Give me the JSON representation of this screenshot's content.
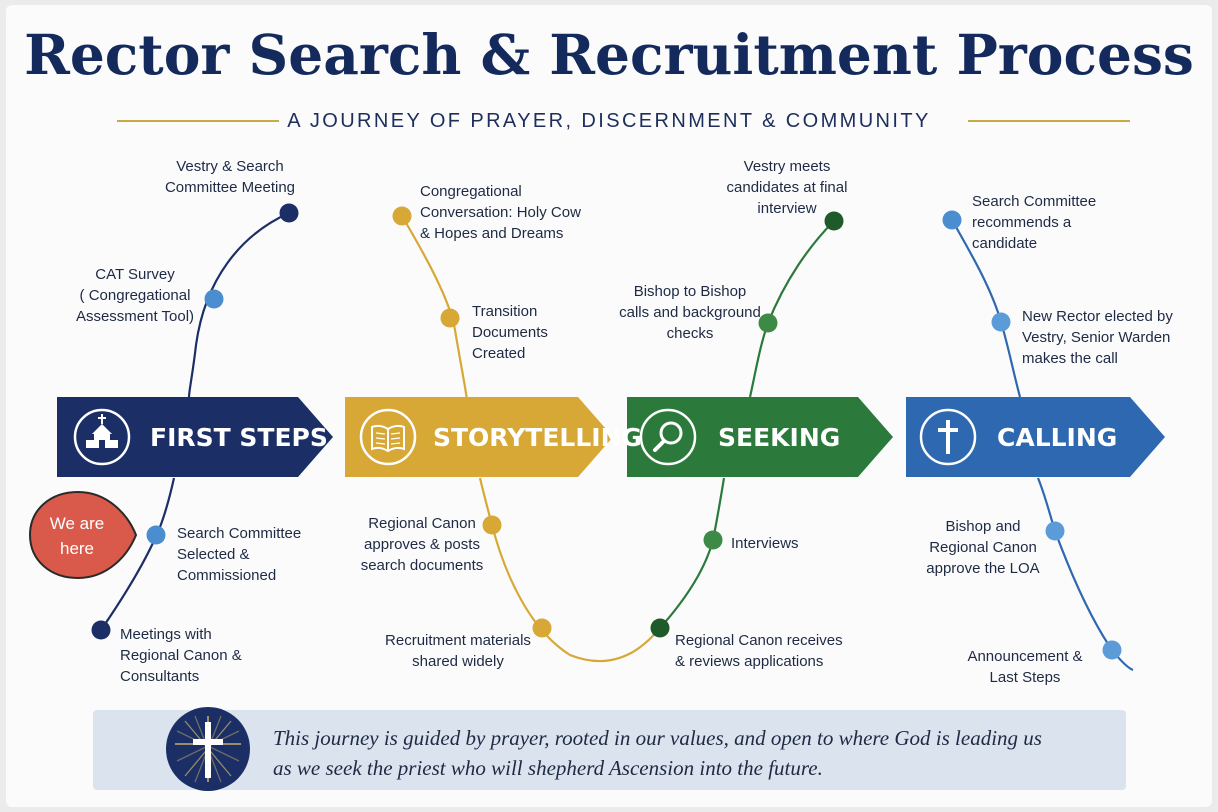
{
  "title": "Rector Search & Recruitment Process",
  "subtitle": "A JOURNEY OF PRAYER, DISCERNMENT & COMMUNITY",
  "stages": [
    {
      "name": "FIRST STEPS",
      "icon": "church-icon",
      "color": "#1b2f66"
    },
    {
      "name": "STORYTELLING",
      "icon": "open-book-icon",
      "color": "#d7a836"
    },
    {
      "name": "SEEKING",
      "icon": "magnifier-icon",
      "color": "#2b7a3b"
    },
    {
      "name": "CALLING",
      "icon": "cross-icon",
      "color": "#2d68b1"
    }
  ],
  "steps": {
    "vestry_search_meeting": "Vestry & Search\nCommittee Meeting",
    "cat_survey": "CAT Survey\n( Congregational\nAssessment Tool)",
    "search_committee_selected": "Search Committee\nSelected &\nCommissioned",
    "meetings_regional_canon": "Meetings with\nRegional Canon &\nConsultants",
    "congregational_conversation": "Congregational\nConversation: Holy Cow\n& Hopes and Dreams",
    "transition_documents": "Transition\nDocuments\nCreated",
    "regional_canon_approves": "Regional Canon\napproves & posts\nsearch documents",
    "recruitment_materials": "Recruitment materials\nshared widely",
    "regional_canon_receives": "Regional Canon receives\n& reviews applications",
    "interviews": "Interviews",
    "bishop_to_bishop": "Bishop to Bishop\ncalls and background\nchecks",
    "vestry_final_interview": "Vestry meets\ncandidates at final\ninterview",
    "committee_recommends": "Search Committee\nrecommends a\ncandidate",
    "rector_elected": "New Rector elected by\nVestry, Senior Warden\nmakes the call",
    "bishop_approve_loa": "Bishop and\nRegional Canon\napprove the LOA",
    "announcement": "Announcement &\nLast Steps"
  },
  "marker": {
    "text": "We are\nhere",
    "color": "#d95a4a"
  },
  "footer": {
    "text": "This journey is guided by prayer, rooted in our values, and open to where God is leading us\nas we seek the priest who will shepherd Ascension into the future.",
    "emblem": "cross-emblem-icon"
  },
  "colors": {
    "navy": "#1b2f66",
    "gold": "#d7a836",
    "green": "#2b7a3b",
    "blue": "#2d68b1",
    "accent_rule": "#c9a94a"
  }
}
